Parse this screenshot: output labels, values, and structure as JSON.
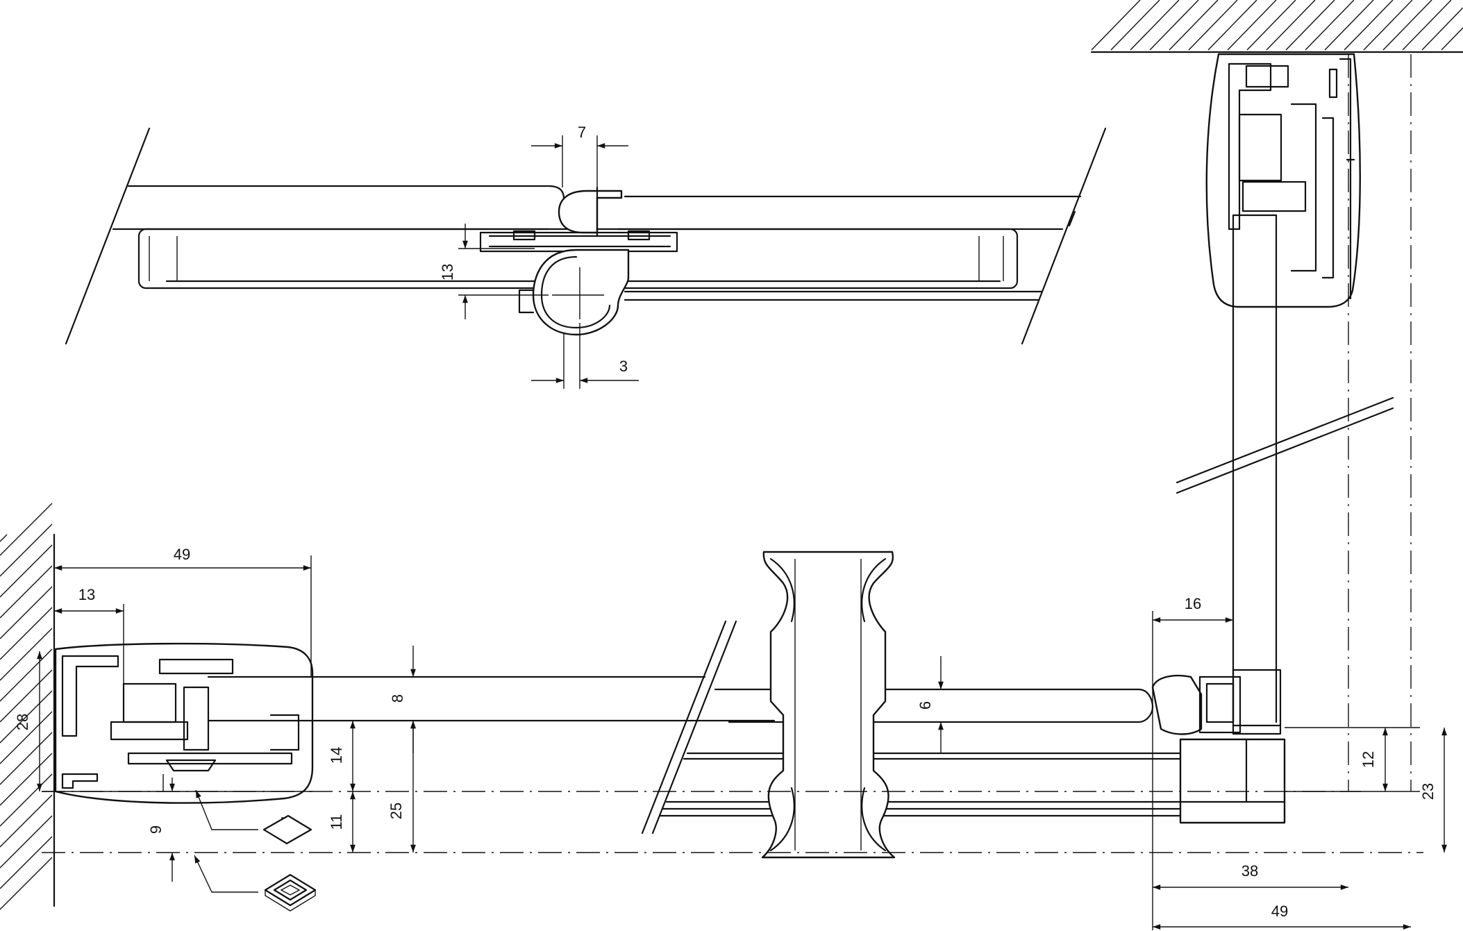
{
  "drawing": {
    "kind": "technical-section-drawing",
    "colors": {
      "line": "#111111",
      "background": "#ffffff"
    },
    "top_view": {
      "dimensions": {
        "d_7": "7",
        "d_13": "13",
        "d_3": "3"
      }
    },
    "bottom_view": {
      "dimensions": {
        "d_49_top": "49",
        "d_13_left": "13",
        "d_28": "28",
        "d_8": "8",
        "d_6": "6",
        "d_14": "14",
        "d_11": "11",
        "d_25": "25",
        "d_9": "9",
        "d_16": "16",
        "d_12": "12",
        "d_23": "23",
        "d_38": "38",
        "d_49_bottom": "49"
      },
      "icons": [
        "diamond-symbol-icon",
        "square-symbol-icon"
      ]
    }
  }
}
